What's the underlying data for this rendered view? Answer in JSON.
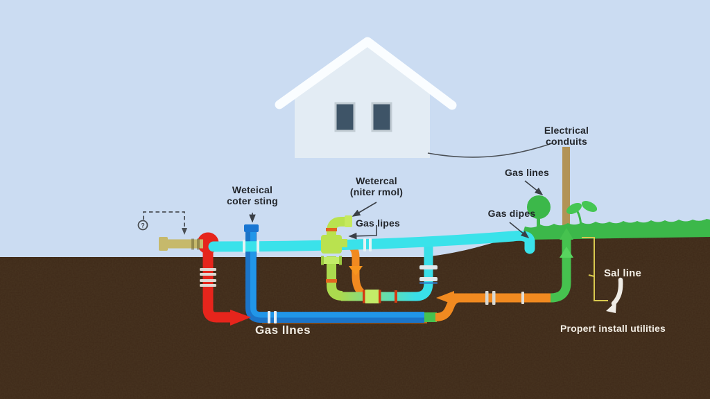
{
  "colors": {
    "sky": "#cbdcf2",
    "soil": "#3f2a19",
    "soil_deep": "#34210f",
    "grass": "#3cb84a",
    "house_body": "#e3ecf4",
    "roof": "#fafdff",
    "window": "#3e5467",
    "window_frame": "#c2ccd3",
    "pipe_cyan": "#3ae2ea",
    "pipe_blue": "#2196e8",
    "pipe_blue_dark": "#1b74c8",
    "pipe_red": "#e6251c",
    "pipe_green": "#46c24f",
    "pipe_lime": "#b9e24f",
    "pipe_lime_soft": "#abda4e",
    "pipe_orange": "#f18a20",
    "pipe_tan": "#c6b96b",
    "pole": "#b29356",
    "callout_yellow": "#d9c94f",
    "pointer_dark": "#3a3f46",
    "label_dark": "#23262b",
    "label_light": "#f2ede4"
  },
  "labels": {
    "electrical_conduits_1": "Electrical",
    "electrical_conduits_2": "conduits",
    "gas_lines": "Gas lines",
    "gas_dipes": "Gas dipes",
    "weteical_1": "Weteical",
    "weteical_2": "coter sting",
    "wetercal_1": "Wetercal",
    "wetercal_2": "(niter rmol)",
    "gas_lipes": "Gas lipes",
    "gas_llnes": "Gas llnes",
    "sal_line": "Sal line",
    "propert_install": "Propert install utilities",
    "query_marker": "?"
  },
  "diagram": {
    "type": "underground-utilities-cross-section",
    "elements": [
      "house",
      "electrical-conduit-pole",
      "gas-lines",
      "water-pipes",
      "sewer-line",
      "soil-cross-section",
      "grass",
      "shrub",
      "sprout"
    ]
  }
}
